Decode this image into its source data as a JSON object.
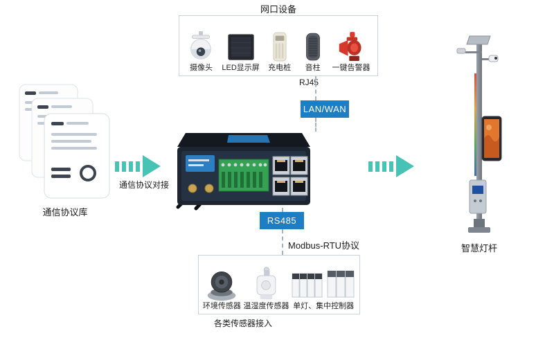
{
  "colors": {
    "badge-blue": "#1e7ec3",
    "arrow-teal": "#47c3b6",
    "box-border": "#ccd2da"
  },
  "top": {
    "title": "网口设备",
    "devices": [
      {
        "label": "摄像头"
      },
      {
        "label": "LED显示屏"
      },
      {
        "label": "充电桩"
      },
      {
        "label": "音柱"
      },
      {
        "label": "一键告警器"
      }
    ],
    "port_label": "RJ45",
    "badge": "LAN/WAN"
  },
  "left": {
    "library_label": "通信协议库",
    "arrow_label": "通信协议对接"
  },
  "right": {
    "pole_label": "智慧灯杆"
  },
  "bottom": {
    "badge": "RS485",
    "protocol_label": "Modbus-RTU协议",
    "sensors": [
      {
        "label": "环境传感器"
      },
      {
        "label": "温湿度传感器"
      },
      {
        "label": "单灯、集中控制器"
      }
    ],
    "footer_label": "各类传感器接入"
  }
}
